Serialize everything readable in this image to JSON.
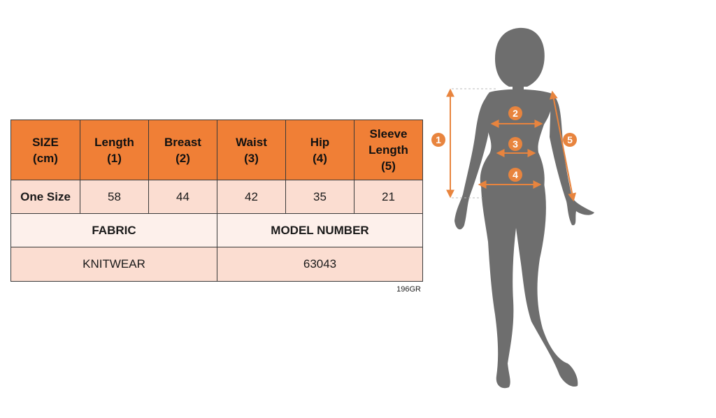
{
  "size_table": {
    "headers": [
      {
        "line1": "SIZE",
        "line2": "(cm)",
        "line3": ""
      },
      {
        "line1": "Length",
        "line2": "(1)",
        "line3": ""
      },
      {
        "line1": "Breast",
        "line2": "(2)",
        "line3": ""
      },
      {
        "line1": "Waist",
        "line2": "(3)",
        "line3": ""
      },
      {
        "line1": "Hip",
        "line2": "(4)",
        "line3": ""
      },
      {
        "line1": "Sleeve",
        "line2": "Length",
        "line3": "(5)"
      }
    ],
    "row": {
      "label": "One Size",
      "values": [
        "58",
        "44",
        "42",
        "35",
        "21"
      ]
    },
    "fabric_label": "FABRIC",
    "model_label": "MODEL NUMBER",
    "fabric_value": "KNITWEAR",
    "model_value": "63043"
  },
  "code_note": "196GR",
  "figure": {
    "markers": [
      "1",
      "2",
      "3",
      "4",
      "5"
    ],
    "colors": {
      "accent": "#e8843e",
      "silhouette": "#6e6e6e",
      "header": "#f07f36",
      "row": "#fbddd1",
      "row_light": "#fdf0eb"
    }
  }
}
